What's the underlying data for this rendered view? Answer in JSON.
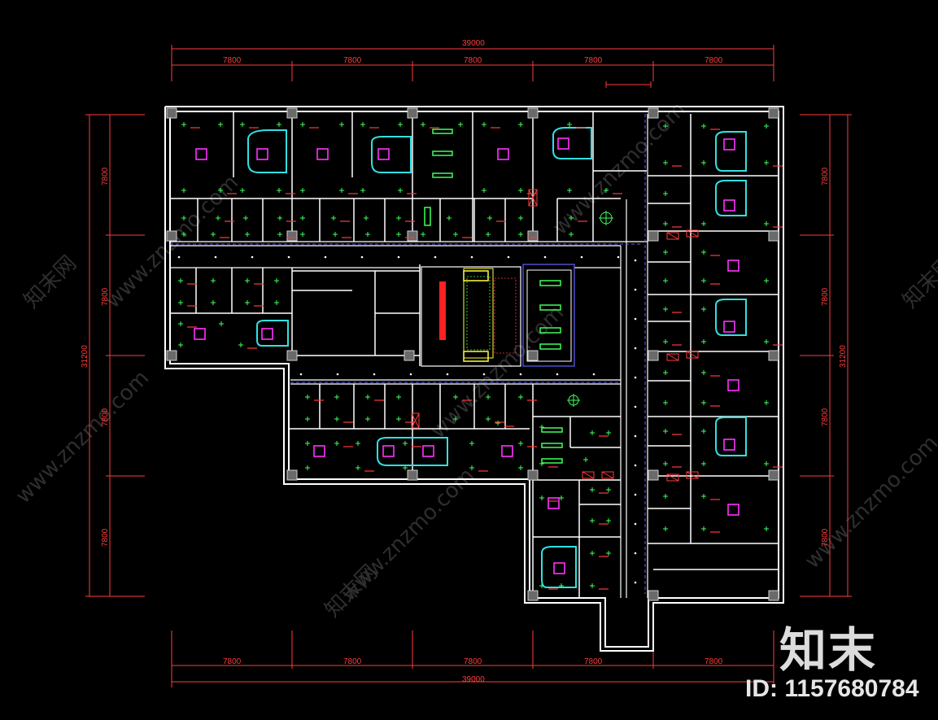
{
  "drawing": {
    "top_total": "39000",
    "top_spans": [
      "7800",
      "7800",
      "7800",
      "7800",
      "7800"
    ],
    "bottom_total": "39000",
    "bottom_spans": [
      "7800",
      "7800",
      "7800",
      "7800",
      "7800"
    ],
    "left_total": "31200",
    "left_spans": [
      "7800",
      "7800",
      "7800",
      "7800"
    ],
    "right_total": "31200",
    "right_spans": [
      "7800",
      "7800",
      "7800",
      "7800"
    ]
  },
  "watermark": {
    "site": "www.znzmo.com",
    "cn": "知末网"
  },
  "brand": {
    "logo_text": "知末",
    "id_text": "ID: 1157680784"
  },
  "colors": {
    "background": "#000000",
    "wall": "#ffffff",
    "dimension": "#ff3b3b",
    "light": "#3dff5a",
    "fixture": "#ff33ff",
    "ceiling": "#33e0e0",
    "grid_axis": "#6060ff"
  }
}
